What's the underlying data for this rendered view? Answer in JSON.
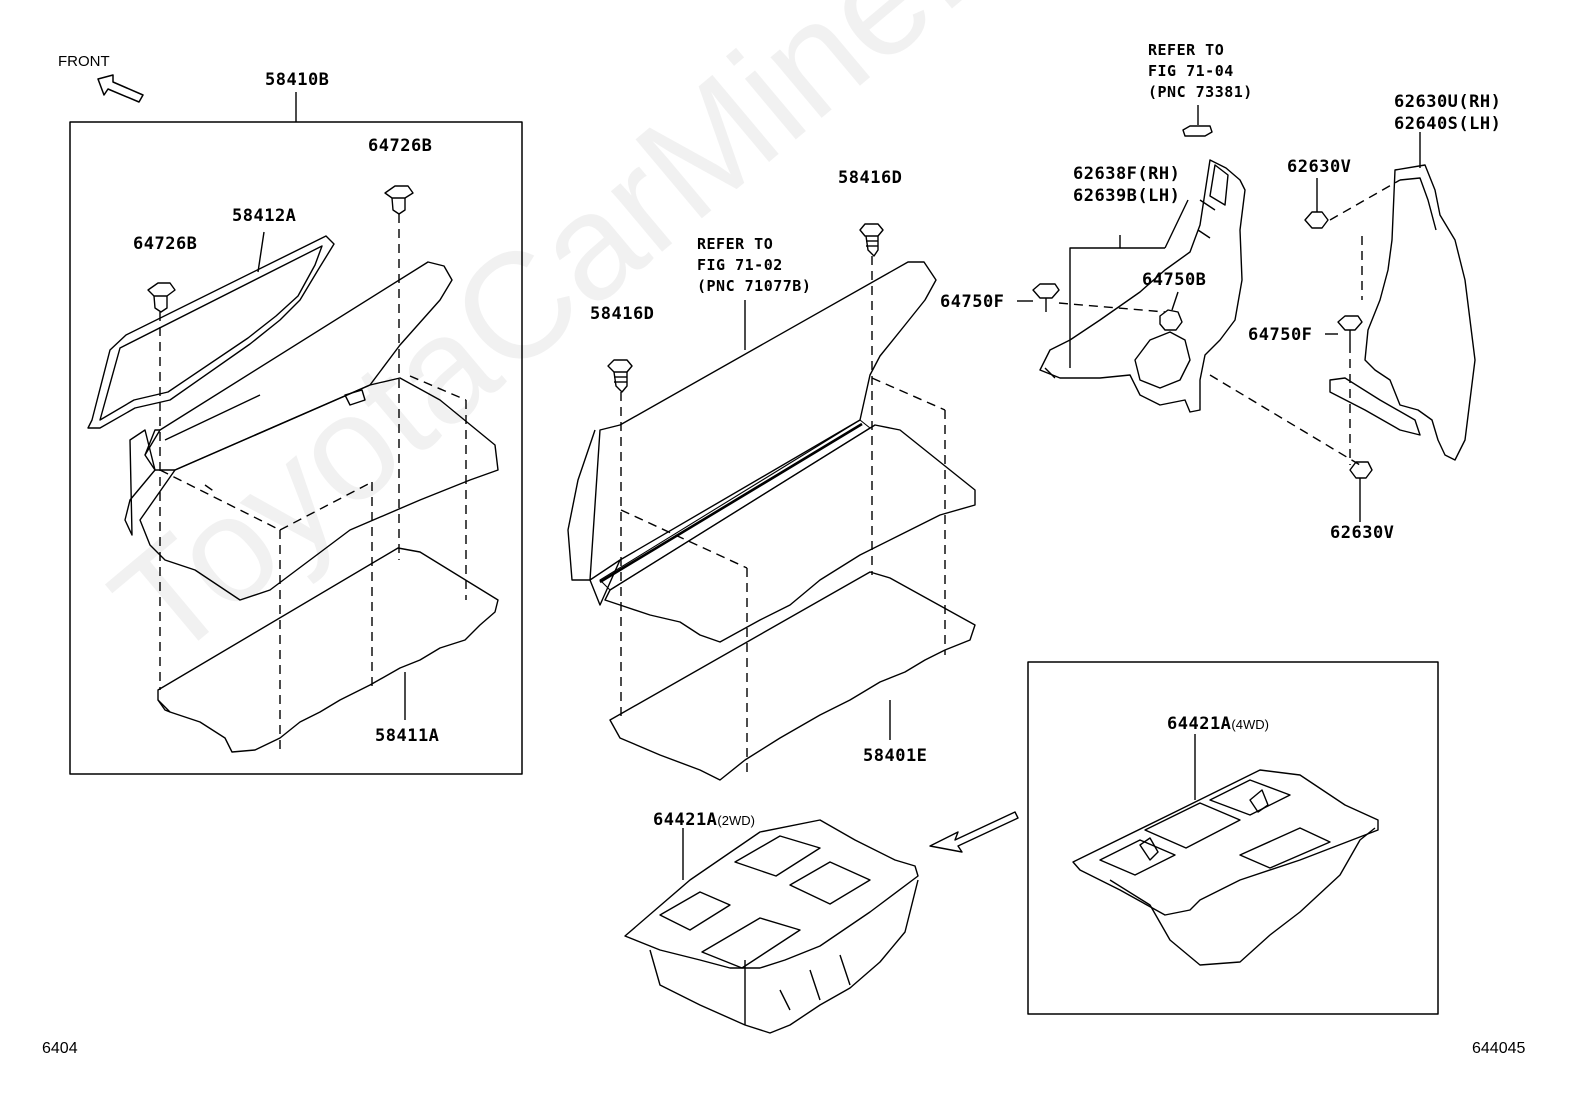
{
  "front_label": "FRONT",
  "watermark": "ToyotaCarMine.ru",
  "footer": {
    "left": "6404",
    "right": "644045"
  },
  "parts": {
    "p58410B": "58410B",
    "p64726B_right": "64726B",
    "p64726B_left": "64726B",
    "p58412A": "58412A",
    "p58411A": "58411A",
    "p58416D_top": "58416D",
    "p58416D_left": "58416D",
    "p58401E": "58401E",
    "p62638F": "62638F(RH)",
    "p62639B": "62639B(LH)",
    "p64750F_left": "64750F",
    "p64750B": "64750B",
    "p62630V_top": "62630V",
    "p62630U": "62630U(RH)",
    "p62640S": "62640S(LH)",
    "p64750F_right": "64750F",
    "p62630V_bottom": "62630V",
    "p64421A_2wd": "64421A",
    "p64421A_2wd_suffix": "(2WD)",
    "p64421A_4wd": "64421A",
    "p64421A_4wd_suffix": "(4WD)"
  },
  "refs": {
    "fig7102": "REFER TO\nFIG 71-02\n(PNC 71077B)",
    "fig7104": "REFER TO\nFIG 71-04\n(PNC 73381)"
  }
}
